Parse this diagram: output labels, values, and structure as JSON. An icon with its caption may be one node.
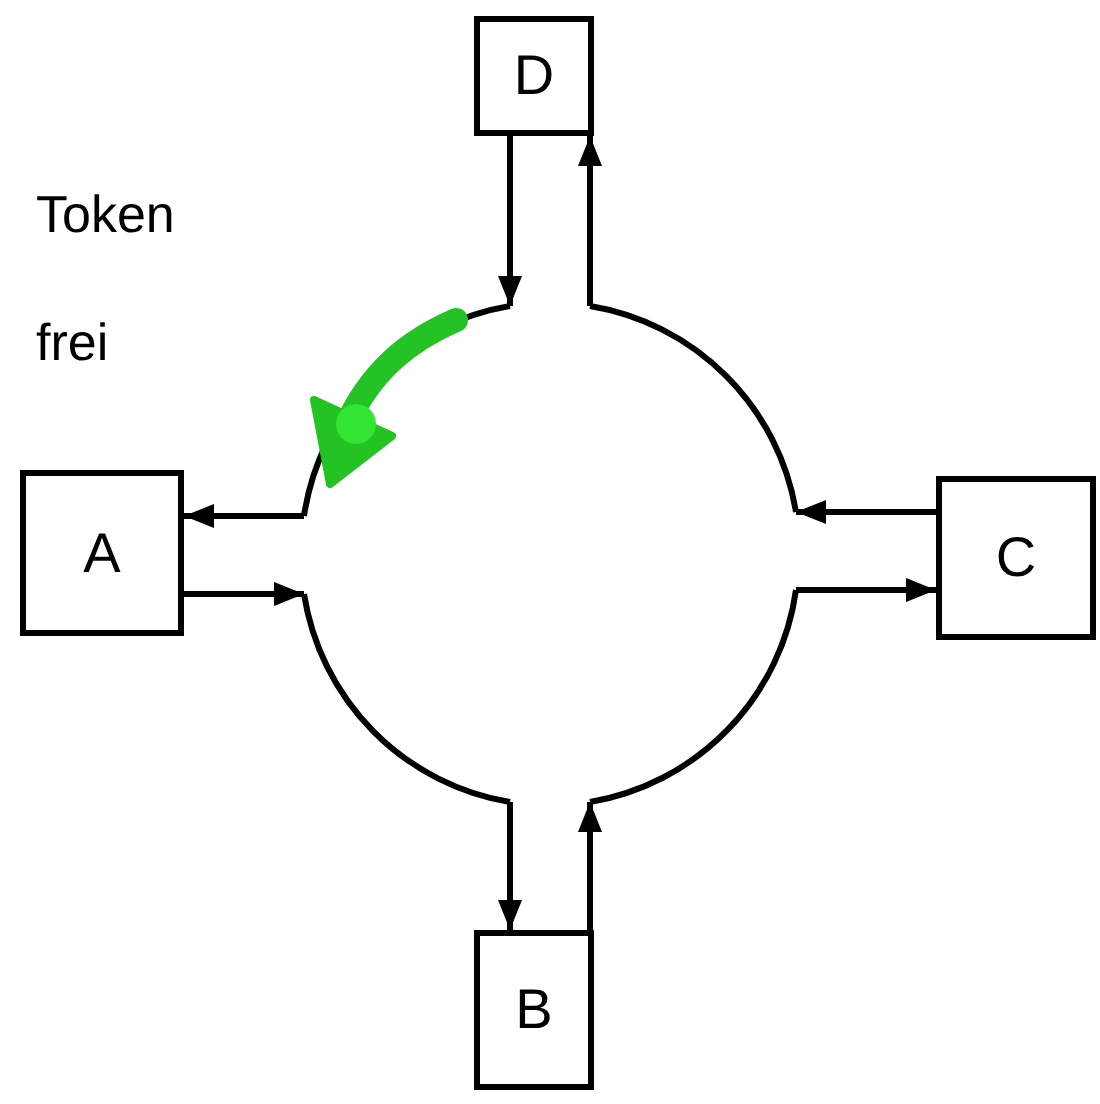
{
  "diagram": {
    "nodes": [
      {
        "text": [
          "D"
        ]
      },
      {
        "text": [
          "A"
        ]
      },
      {
        "text": [
          "C"
        ]
      },
      {
        "text": [
          "B"
        ]
      },
      {
        "text": [],
        "shape": "circle"
      }
    ],
    "edges": [
      {
        "from": 0,
        "to": 4,
        "arrow": "to"
      },
      {
        "from": 4,
        "to": 0,
        "arrow": "to"
      },
      {
        "from": 4,
        "to": 1,
        "arrow": "to"
      },
      {
        "from": 1,
        "to": 4,
        "arrow": "to"
      },
      {
        "from": 2,
        "to": 4,
        "arrow": "to"
      },
      {
        "from": 4,
        "to": 2,
        "arrow": "to"
      },
      {
        "from": 4,
        "to": 3,
        "arrow": "to"
      },
      {
        "from": 3,
        "to": 4,
        "arrow": "to"
      }
    ],
    "labels": [
      "Token frei"
    ]
  }
}
